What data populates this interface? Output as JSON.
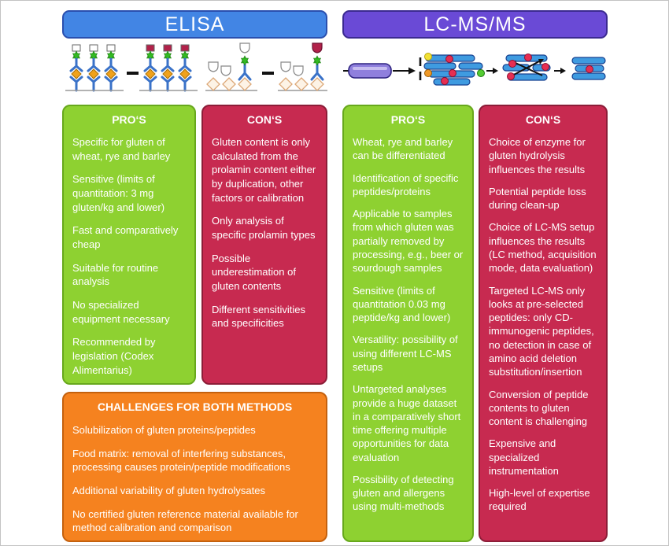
{
  "colors": {
    "elisa_header_fill": "#4285e4",
    "lcms_header_fill": "#6a4ad6",
    "pros_fill": "#8ed131",
    "cons_fill": "#c72a50",
    "challenges_fill": "#f5821f",
    "text": "#ffffff"
  },
  "elisa": {
    "title": "ELISA",
    "pros": {
      "header": "PRO‘S",
      "items": [
        "Specific for gluten of wheat, rye and barley",
        "Sensitive (limits of quantitation: 3 mg gluten/kg and lower)",
        "Fast and comparatively cheap",
        "Suitable for routine analysis",
        "No specialized equipment necessary",
        "Recommended by legislation (Codex Alimentarius)"
      ]
    },
    "cons": {
      "header": "CON‘S",
      "items": [
        "Gluten content is only calculated from the prolamin content either by duplication, other factors or calibration",
        "Only analysis of specific prolamin types",
        "Possible underestimation of gluten contents",
        "Different sensitivities and specificities"
      ]
    }
  },
  "lcms": {
    "title": "LC-MS/MS",
    "pros": {
      "header": "PRO‘S",
      "items": [
        "Wheat, rye and barley can be differentiated",
        "Identification of specific peptides/proteins",
        "Applicable to samples from which gluten was partially removed by processing, e.g., beer or sourdough samples",
        "Sensitive (limits of quantitation 0.03 mg peptide/kg and lower)",
        "Versatility: possibility of using different LC-MS setups",
        "Untargeted analyses provide a huge dataset in a comparatively short time offering multiple opportunities for data evaluation",
        "Possibility of detecting gluten and allergens using multi-methods"
      ]
    },
    "cons": {
      "header": "CON‘S",
      "items": [
        "Choice of enzyme for gluten hydrolysis influences the results",
        "Potential peptide loss during clean-up",
        "Choice of LC-MS setup influences the results (LC method, acquisition mode, data evaluation)",
        "Targeted LC-MS only looks at pre-selected peptides: only CD-immunogenic peptides, no detection in case of amino acid deletion substitution/insertion",
        "Conversion of peptide contents to gluten content is challenging",
        "Expensive and specialized instrumentation",
        "High-level of expertise required"
      ]
    }
  },
  "challenges": {
    "header": "CHALLENGES FOR BOTH METHODS",
    "items": [
      "Solubilization of gluten proteins/peptides",
      "Food matrix: removal of interfering substances, processing causes protein/peptide modifications",
      "Additional variability of gluten hydrolysates",
      "No certified gluten reference material available for method calibration and comparison"
    ]
  }
}
